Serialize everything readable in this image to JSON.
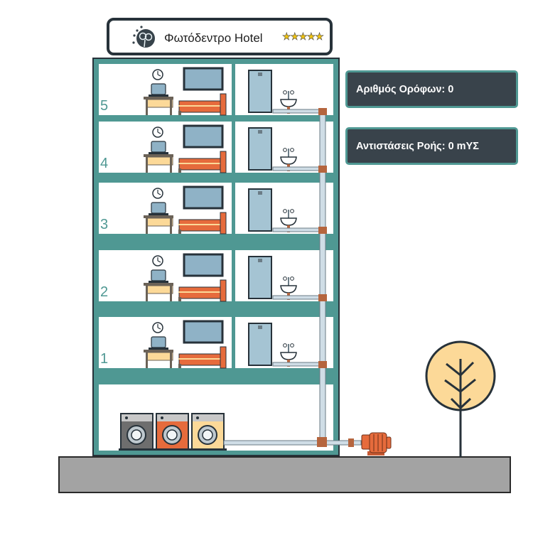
{
  "hotel": {
    "name": "Φωτόδεντρο Hotel",
    "stars": "★★★★★"
  },
  "panels": {
    "floors_label": "Αριθμός Ορόφων: 0",
    "resistance_label": "Αντιστάσεις Ροής: 0 mΥΣ"
  },
  "floors": [
    {
      "label": "5"
    },
    {
      "label": "4"
    },
    {
      "label": "3"
    },
    {
      "label": "2"
    },
    {
      "label": "1"
    }
  ],
  "colors": {
    "frame": "#4f9893",
    "panel_bg": "#39434b",
    "bed": "#e66b3c",
    "desk": "#fcd998",
    "ground": "#a3a3a3",
    "tree_crown": "#fcd998",
    "pump": "#e66b3c"
  }
}
